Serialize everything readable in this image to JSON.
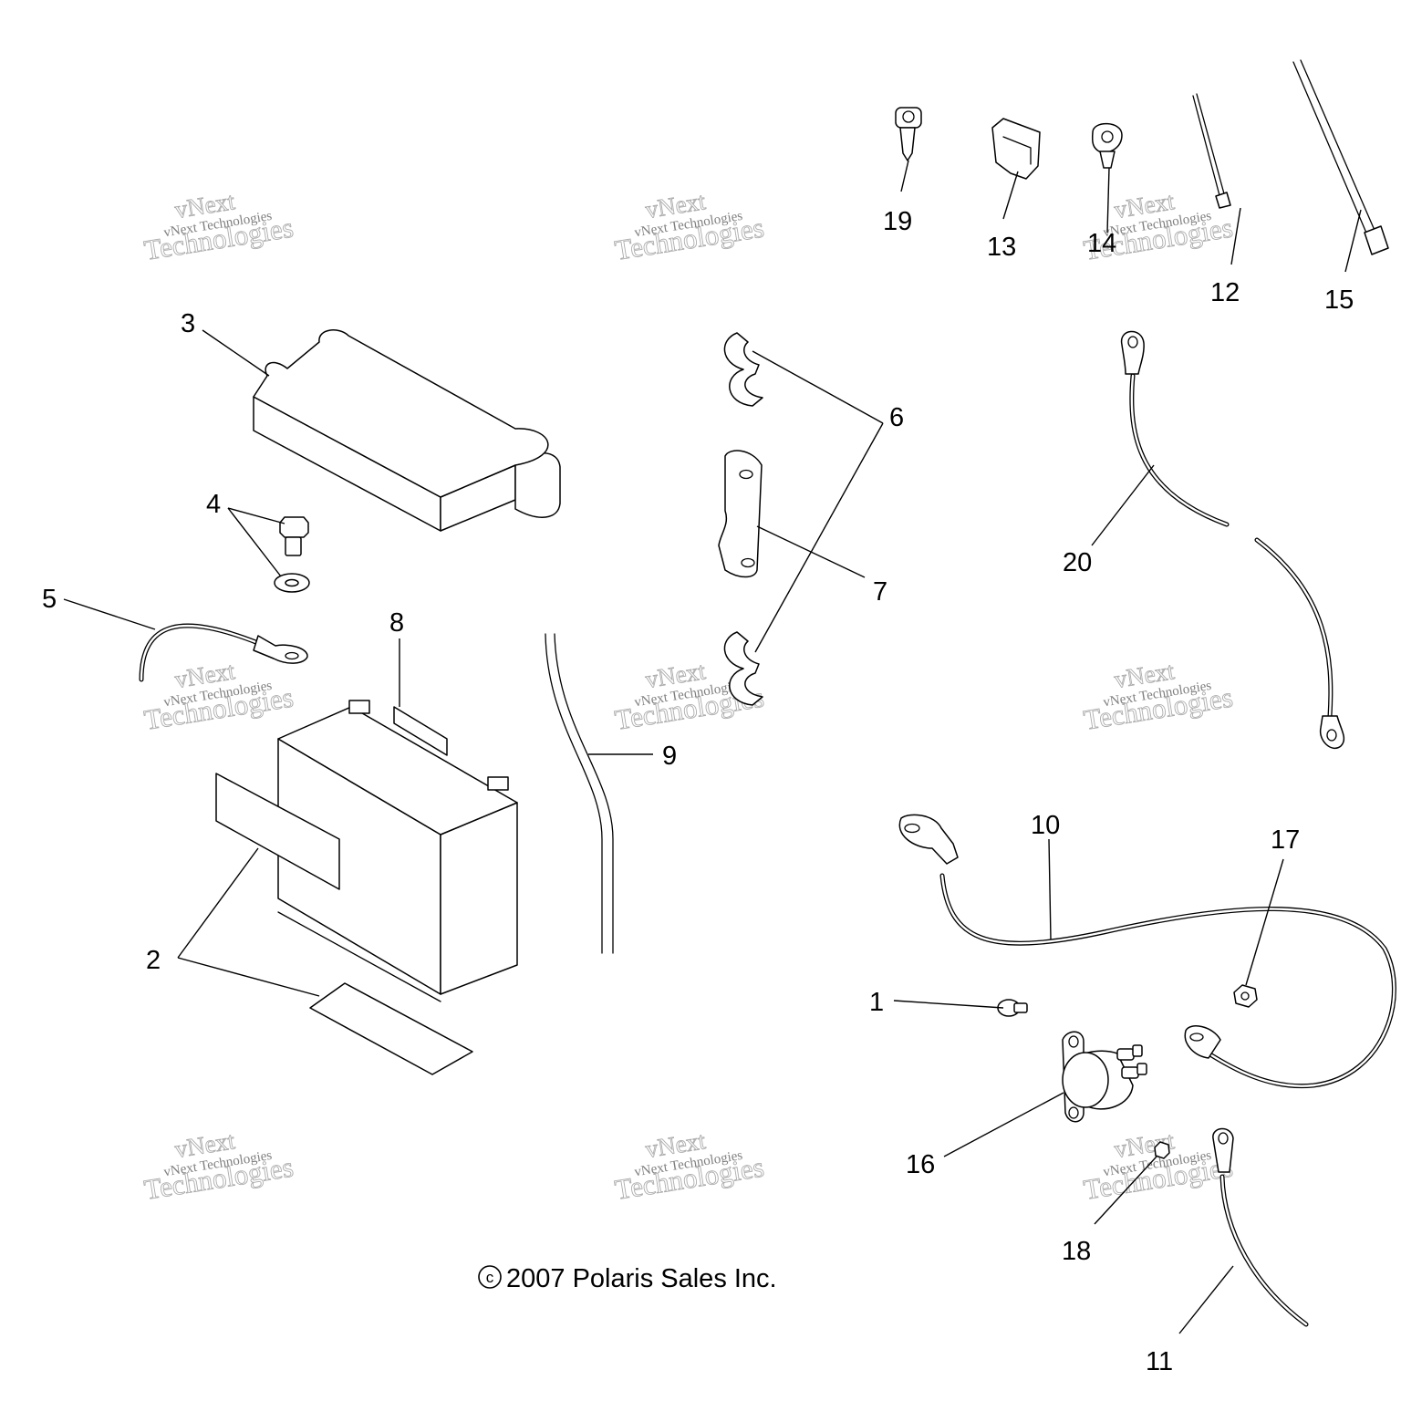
{
  "diagram": {
    "callouts": [
      {
        "id": "1",
        "text": "1"
      },
      {
        "id": "2",
        "text": "2"
      },
      {
        "id": "3",
        "text": "3"
      },
      {
        "id": "4",
        "text": "4"
      },
      {
        "id": "5",
        "text": "5"
      },
      {
        "id": "6",
        "text": "6"
      },
      {
        "id": "7",
        "text": "7"
      },
      {
        "id": "8",
        "text": "8"
      },
      {
        "id": "9",
        "text": "9"
      },
      {
        "id": "10",
        "text": "10"
      },
      {
        "id": "11",
        "text": "11"
      },
      {
        "id": "12",
        "text": "12"
      },
      {
        "id": "13",
        "text": "13"
      },
      {
        "id": "14",
        "text": "14"
      },
      {
        "id": "15",
        "text": "15"
      },
      {
        "id": "16",
        "text": "16"
      },
      {
        "id": "17",
        "text": "17"
      },
      {
        "id": "18",
        "text": "18"
      },
      {
        "id": "19",
        "text": "19"
      },
      {
        "id": "20",
        "text": "20"
      }
    ],
    "copyright_symbol": "c",
    "copyright_text": "2007 Polaris Sales Inc.",
    "watermark": {
      "line1": "vNext",
      "line2": "vNext Technologies",
      "line3": "Technologies"
    }
  }
}
